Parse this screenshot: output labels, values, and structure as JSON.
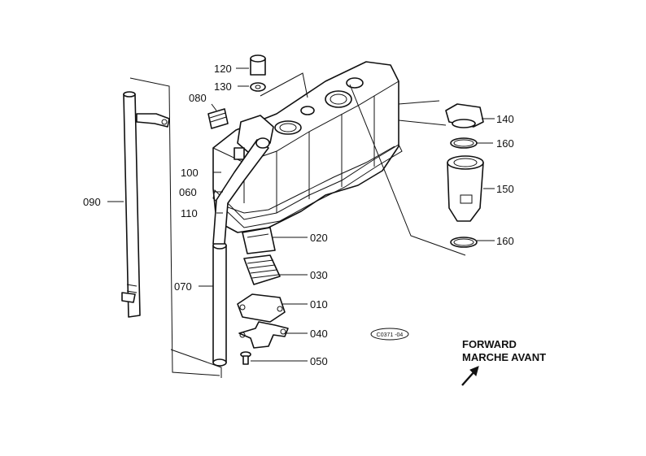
{
  "diagram": {
    "parts": [
      {
        "id": "p120",
        "label": "120"
      },
      {
        "id": "p130",
        "label": "130"
      },
      {
        "id": "p080",
        "label": "080"
      },
      {
        "id": "p100",
        "label": "100"
      },
      {
        "id": "p060",
        "label": "060"
      },
      {
        "id": "p110",
        "label": "110"
      },
      {
        "id": "p090",
        "label": "090"
      },
      {
        "id": "p070",
        "label": "070"
      },
      {
        "id": "p020",
        "label": "020"
      },
      {
        "id": "p030",
        "label": "030"
      },
      {
        "id": "p010",
        "label": "010"
      },
      {
        "id": "p040",
        "label": "040"
      },
      {
        "id": "p050",
        "label": "050"
      },
      {
        "id": "p140",
        "label": "140"
      },
      {
        "id": "p160a",
        "label": "160"
      },
      {
        "id": "p150",
        "label": "150"
      },
      {
        "id": "p160b",
        "label": "160"
      }
    ],
    "drawing_code": "C0371 -04",
    "direction": {
      "line1": "FORWARD",
      "line2": "MARCHE AVANT",
      "icon": "arrow-up-right-icon"
    },
    "colors": {
      "ink": "#111111",
      "paper": "#ffffff"
    }
  }
}
